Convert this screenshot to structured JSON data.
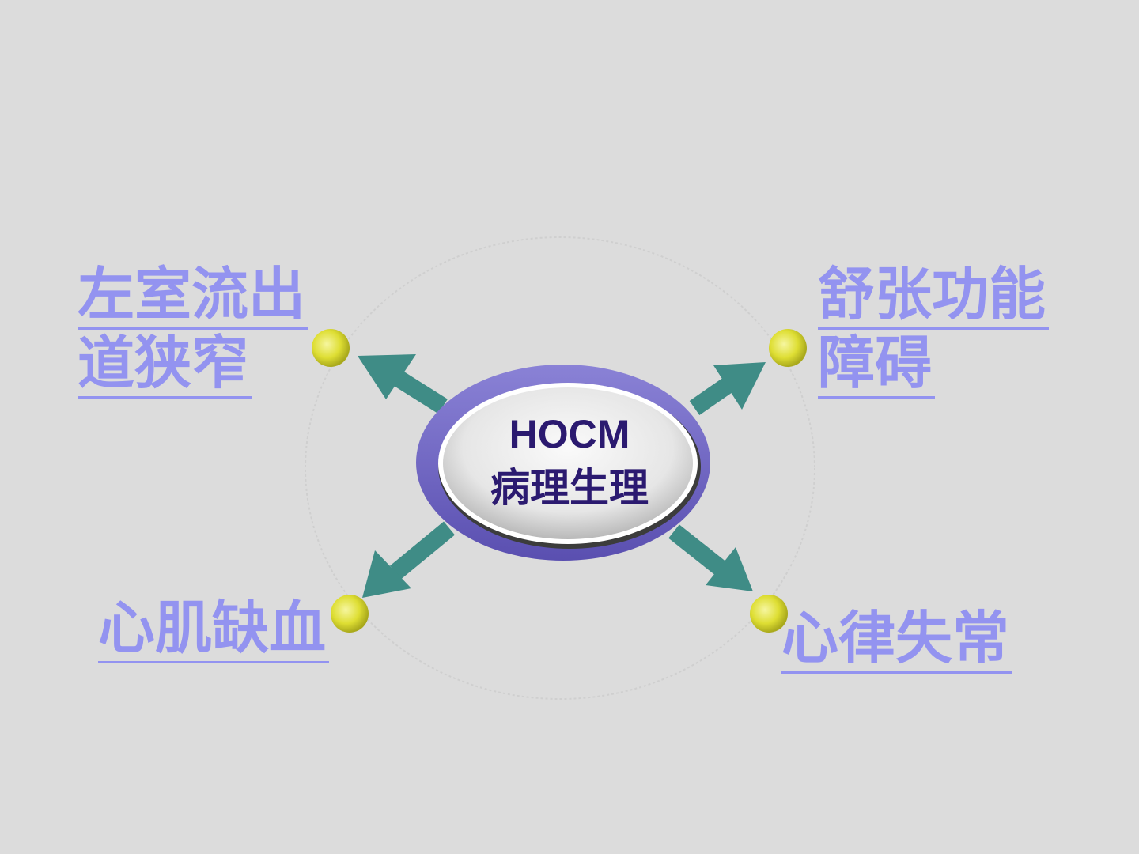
{
  "center": {
    "title": "HOCM",
    "subtitle": "病理生理"
  },
  "branches": {
    "top_left": {
      "line1": "左室流出",
      "line2": "道狭窄"
    },
    "top_right": {
      "line1": "舒张功能",
      "line2": "障碍"
    },
    "bottom_left": {
      "line1": "心肌缺血"
    },
    "bottom_right": {
      "line1": "心律失常"
    }
  },
  "colors": {
    "background": "#dcdcdc",
    "label": "#9393f0",
    "arrow": "#3f8c86",
    "node_dot": "#dede33",
    "ellipse_ring": "#7a70c8",
    "center_text": "#2b1a70"
  }
}
